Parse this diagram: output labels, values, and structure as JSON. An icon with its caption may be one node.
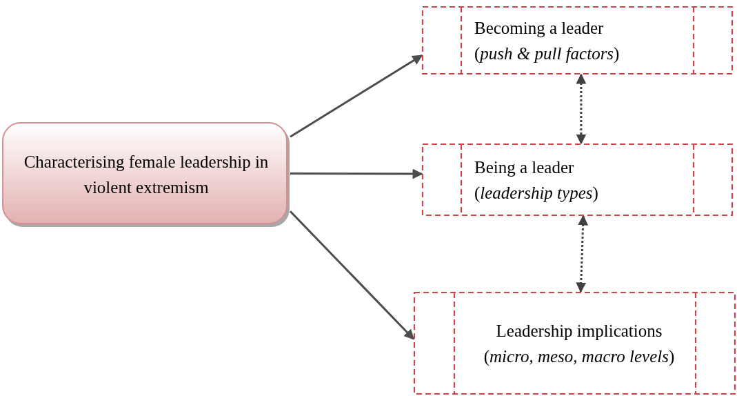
{
  "diagram": {
    "nodes": [
      {
        "text": [
          "Characterising female leadership in violent extremism"
        ]
      },
      {
        "text": [
          "Becoming a leader",
          "(*push & pull factors*)"
        ]
      },
      {
        "text": [
          "Being a leader",
          "(*leadership types*)"
        ]
      },
      {
        "text": [
          "Leadership implications",
          "(*micro, meso, macro levels*)"
        ]
      }
    ],
    "edges": [
      {
        "from": 0,
        "to": 1,
        "arrow": "to",
        "color": "#4d4d4d"
      },
      {
        "from": 0,
        "to": 2,
        "arrow": "to",
        "color": "#4d4d4d"
      },
      {
        "from": 0,
        "to": 3,
        "arrow": "to",
        "color": "#4d4d4d"
      },
      {
        "from": 1,
        "to": 2,
        "arrow": "both",
        "style": "dashed",
        "color": "#404040"
      },
      {
        "from": 2,
        "to": 3,
        "arrow": "both",
        "style": "dashed",
        "color": "#404040"
      }
    ]
  }
}
